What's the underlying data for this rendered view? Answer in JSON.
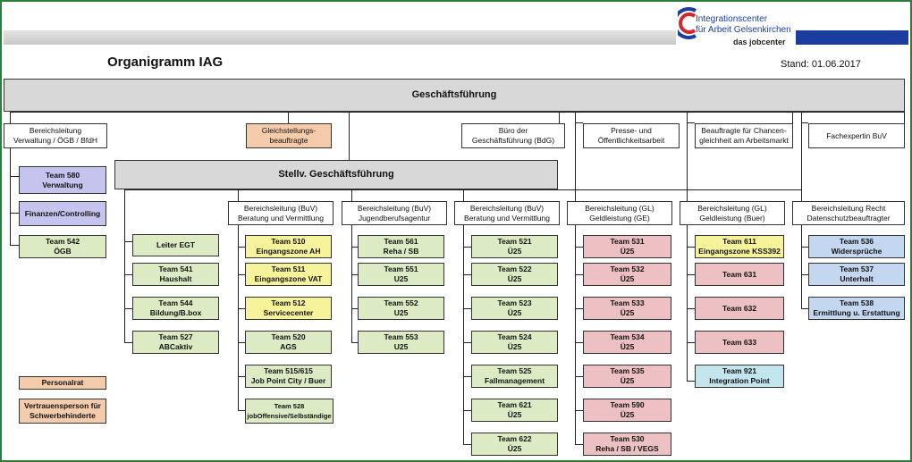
{
  "header": {
    "logo_line1": "Integrationscenter",
    "logo_line2": "für Arbeit Gelsenkirchen",
    "logo_line3": "das jobcenter",
    "title": "Organigramm IAG",
    "date": "Stand: 01.06.2017"
  },
  "top": {
    "gf": "Geschäftsführung",
    "stellv": "Stellv. Geschäftsführung"
  },
  "staff": {
    "bl_verwaltung": "Bereichsleitung\nVerwaltung / ÖGB / BfdH",
    "gleichstellung": "Gleichstellungs-\nbeauftragte",
    "buero": "Büro der\nGeschäftsführung (BdG)",
    "presse": "Presse- und\nÖffentlichkeitsarbeit",
    "chancen": "Beauftragte für Chancen-\ngleichheit am Arbeitsmarkt",
    "fachexpertin": "Fachexpertin BuV"
  },
  "verwaltung_teams": [
    "Team 580\nVerwaltung",
    "Finanzen/Controlling",
    "Team 542\nÖGB"
  ],
  "left_column": [
    "Leiter EGT",
    "Team 541\nHaushalt",
    "Team 544\nBildung/B.box",
    "Team 527\nABCaktiv"
  ],
  "departments": [
    {
      "head": "Bereichsleitung (BuV)\nBeratung und Vermittlung",
      "teams": [
        "Team 510\nEingangszone AH",
        "Team 511\nEingangszone VAT",
        "Team 512\nServicecenter",
        "Team 520\nAGS",
        "Team 515/615\nJob Point City / Buer",
        "Team 528\njobOffensive/Selbständige"
      ]
    },
    {
      "head": "Bereichsleitung (BuV)\nJugendberufsagentur",
      "teams": [
        "Team 561\nReha / SB",
        "Team 551\nU25",
        "Team 552\nU25",
        "Team 553\nU25"
      ]
    },
    {
      "head": "Bereichsleitung (BuV)\nBeratung und Vermittlung",
      "teams": [
        "Team 521\nÜ25",
        "Team 522\nÜ25",
        "Team 523\nÜ25",
        "Team 524\nÜ25",
        "Team 525\nFallmanagement",
        "Team 621\nÜ25",
        "Team 622\nÜ25"
      ]
    },
    {
      "head": "Bereichsleitung (GL)\nGeldleistung (GE)",
      "teams": [
        "Team 531\nÜ25",
        "Team 532\nÜ25",
        "Team 533\nÜ25",
        "Team 534\nÜ25",
        "Team 535\nÜ25",
        "Team 590\nÜ25",
        "Team 530\nReha / SB / VEGS"
      ]
    },
    {
      "head": "Bereichsleitung (GL)\nGeldleistung (Buer)",
      "teams": [
        "Team 611\nEingangszone KSS392",
        "Team 631",
        "Team 632",
        "Team 633",
        "Team 921\nIntegration Point"
      ]
    },
    {
      "head": "Bereichsleitung Recht\nDatenschutzbeauftragter",
      "teams": [
        "Team 536\nWidersprüche",
        "Team 537\nUnterhalt",
        "Team 538\nErmittlung u. Erstattung"
      ]
    }
  ],
  "bottom": {
    "personalrat": "Personalrat",
    "vertrauensperson": "Vertrauensperson für\nSchwerbehinderte"
  },
  "colors": {
    "border": "#2e7d3a",
    "lila": "#c4c4ef",
    "peach": "#f4ccab",
    "green": "#ddebc4",
    "yellow": "#f7f39a",
    "pink": "#edc1c3",
    "light_blue": "#c3d7f0",
    "cyan": "#c3e5ee",
    "brand_blue": "#1a3d9e"
  }
}
